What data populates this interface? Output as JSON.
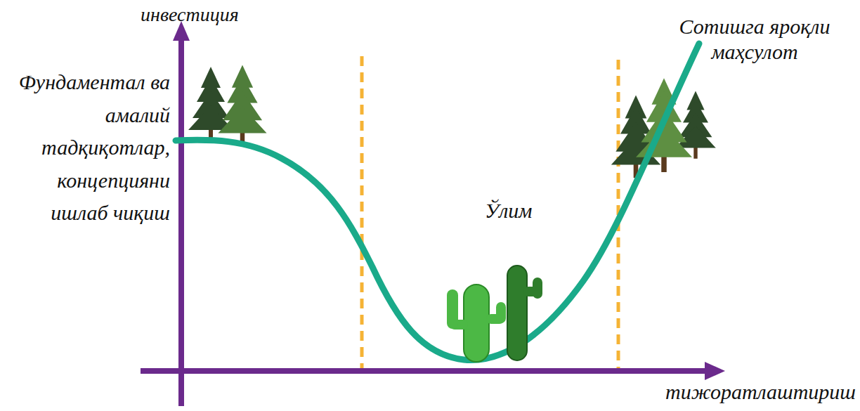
{
  "diagram": {
    "labels": [
      "инвестиция",
      "Фундаментал ва амалий тадқиқотлар, концепцияни ишлаб чиқиш",
      "Ўлим",
      "Сотишга яроқли маҳсулот",
      "тижоратлаштириш"
    ]
  }
}
